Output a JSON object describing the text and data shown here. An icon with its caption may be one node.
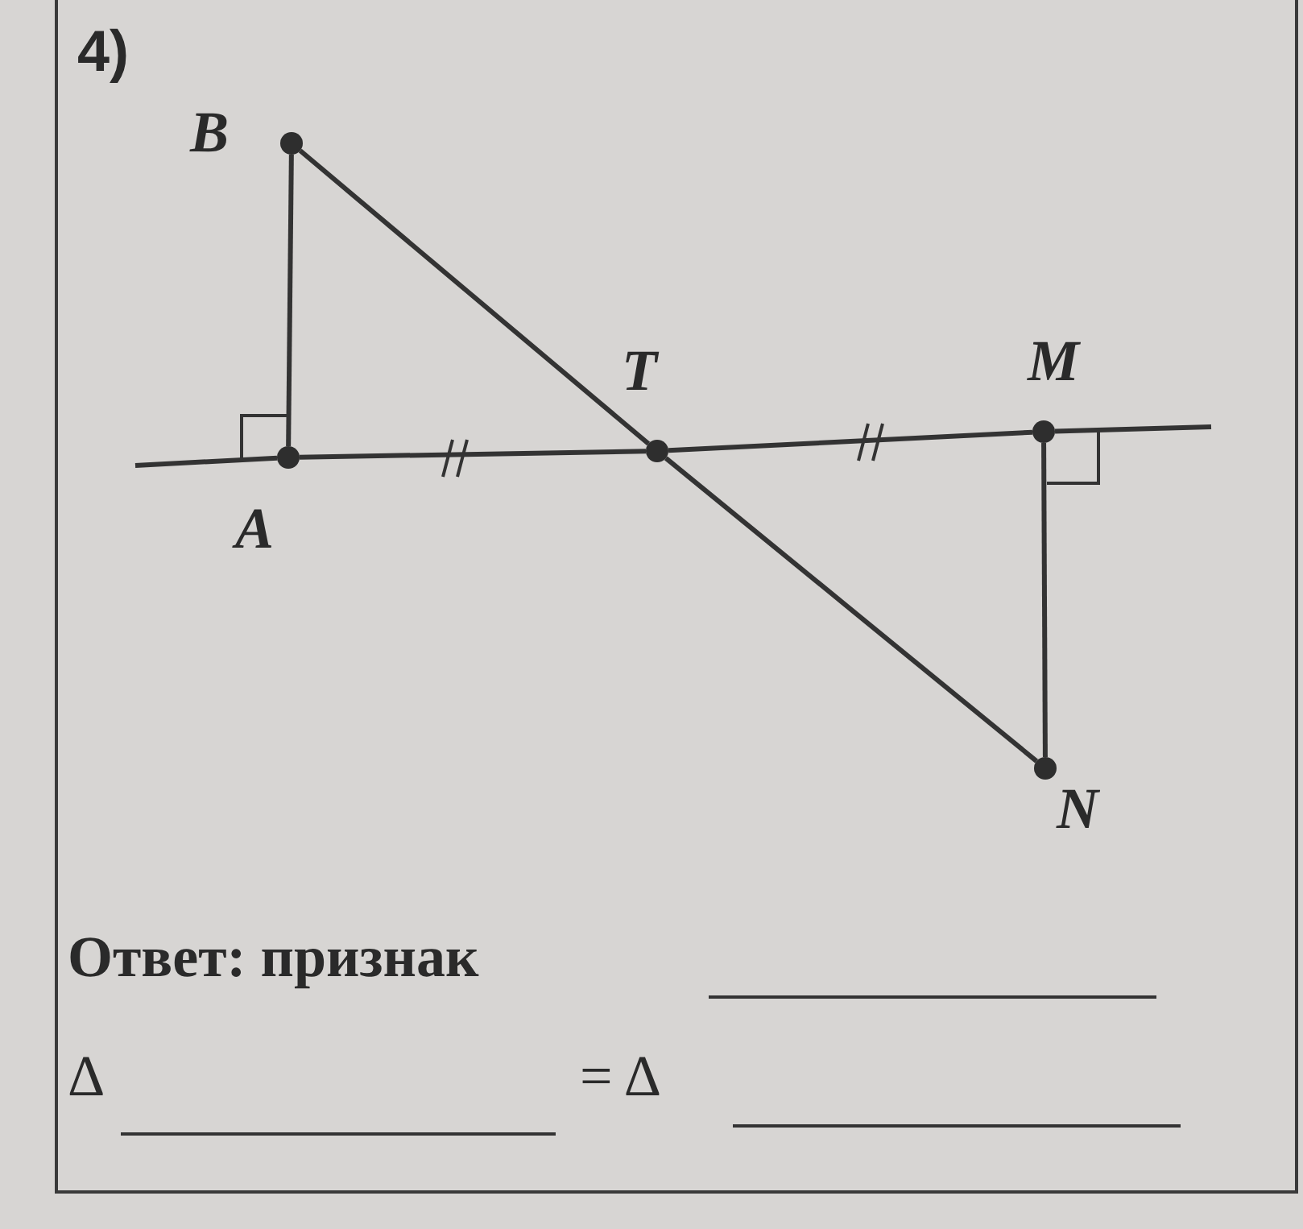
{
  "diagram": {
    "nodes": [
      {
        "text": [],
        "shape": "circle"
      },
      {
        "text": [],
        "shape": "circle"
      },
      {
        "text": [],
        "shape": "circle"
      },
      {
        "text": [],
        "shape": "circle"
      },
      {
        "text": [],
        "shape": "circle"
      }
    ],
    "edges": [
      {
        "from": 0,
        "to": 3,
        "arrow": "none"
      },
      {
        "from": 0,
        "to": 1,
        "arrow": "none"
      },
      {
        "from": 1,
        "to": 4,
        "arrow": "none"
      },
      {
        "from": 3,
        "to": 1,
        "arrow": "none"
      },
      {
        "from": 1,
        "to": 2,
        "arrow": "none"
      },
      {
        "from": 2,
        "to": 4,
        "arrow": "none"
      },
      {
        "from": null,
        "to": 3,
        "arrow": "none"
      },
      {
        "from": 2,
        "to": null,
        "arrow": "none"
      }
    ],
    "labels": [
      "4)",
      "B",
      "T",
      "M",
      "A",
      "N",
      "Ответ: признак",
      "Δ",
      "= Δ"
    ]
  }
}
